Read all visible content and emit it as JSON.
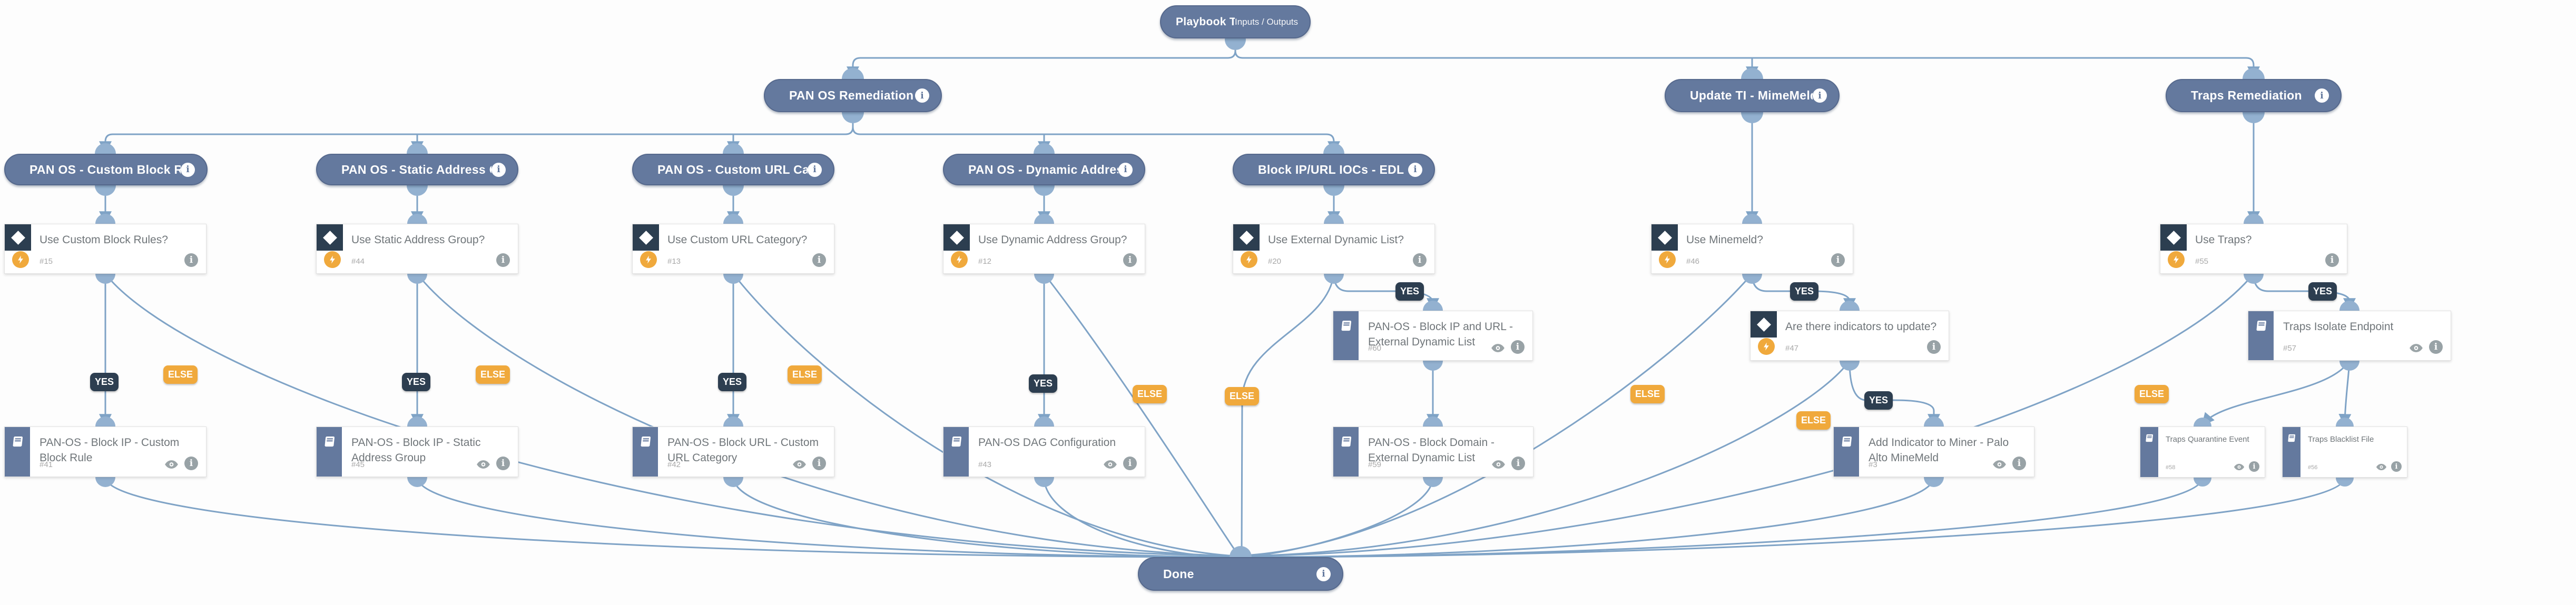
{
  "canvas": {
    "root": {
      "title": "Playbook Triggered",
      "io_label": "Inputs / Outputs"
    },
    "stages": [
      {
        "title": "PAN OS Remediation"
      },
      {
        "title": "Update TI - MimeMeld"
      },
      {
        "title": "Traps Remediation"
      },
      {
        "title": "PAN OS - Custom Block Rule"
      },
      {
        "title": "PAN OS - Static Address Group"
      },
      {
        "title": "PAN OS - Custom URL Category"
      },
      {
        "title": "PAN OS - Dynamic Address Group"
      },
      {
        "title": "Block IP/URL IOCs - EDL"
      }
    ],
    "conditions": [
      {
        "title": "Use Custom Block Rules?",
        "task_id": "#15"
      },
      {
        "title": "Use Static Address Group?",
        "task_id": "#44"
      },
      {
        "title": "Use Custom URL Category?",
        "task_id": "#13"
      },
      {
        "title": "Use Dynamic Address Group?",
        "task_id": "#12"
      },
      {
        "title": "Use External Dynamic List?",
        "task_id": "#20"
      },
      {
        "title": "Use Minemeld?",
        "task_id": "#46"
      },
      {
        "title": "Are there indicators to update?",
        "task_id": "#47"
      },
      {
        "title": "Use Traps?",
        "task_id": "#55"
      }
    ],
    "tasks": [
      {
        "title": "PAN-OS - Block IP - Custom Block Rule",
        "task_id": "#41"
      },
      {
        "title": "PAN-OS - Block IP - Static Address Group",
        "task_id": "#45"
      },
      {
        "title": "PAN-OS - Block URL - Custom URL Category",
        "task_id": "#42"
      },
      {
        "title": "PAN-OS DAG Configuration",
        "task_id": "#43"
      },
      {
        "title": "PAN-OS - Block IP and URL - External Dynamic List",
        "task_id": "#60"
      },
      {
        "title": "PAN-OS - Block Domain - External Dynamic List",
        "task_id": "#59"
      },
      {
        "title": "Add Indicator to Miner - Palo Alto MineMeld",
        "task_id": "#3"
      },
      {
        "title": "Traps Isolate Endpoint",
        "task_id": "#57"
      },
      {
        "title": "Traps Quarantine Event",
        "task_id": "#58"
      },
      {
        "title": "Traps Blacklist File",
        "task_id": "#56"
      }
    ],
    "done": {
      "title": "Done"
    },
    "badges": {
      "yes": "YES",
      "else": "ELSE"
    },
    "colors": {
      "stage_fill": "#64799e",
      "edge": "#7fa3c6",
      "connector_dot": "#93b1d0",
      "condition_icon_bg": "#2c3e50",
      "automation_icon_bg": "#f0a93c",
      "yes_badge_bg": "#2d3e50",
      "else_badge_bg": "#f0a93c",
      "card_title_text": "#70767a",
      "task_id_text": "#a8a8a8"
    }
  }
}
